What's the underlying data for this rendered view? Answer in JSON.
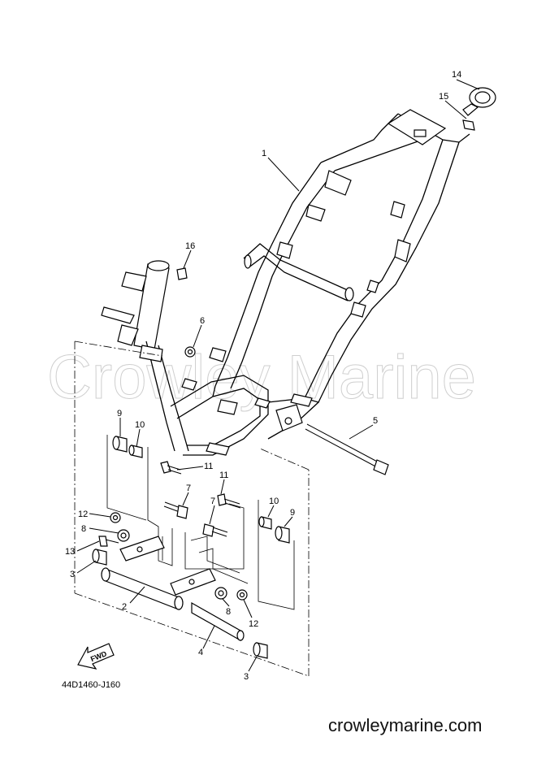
{
  "watermark": "Crowley Marine",
  "diagram_code": "44D1460-J160",
  "site_url": "crowleymarine.com",
  "fwd_label": "FWD",
  "callouts": {
    "c1": "1",
    "c2": "2",
    "c3a": "3",
    "c3b": "3",
    "c4": "4",
    "c5": "5",
    "c6": "6",
    "c7a": "7",
    "c7b": "7",
    "c8a": "8",
    "c8b": "8",
    "c9a": "9",
    "c9b": "9",
    "c10a": "10",
    "c10b": "10",
    "c11a": "11",
    "c11b": "11",
    "c12a": "12",
    "c12b": "12",
    "c13": "13",
    "c14": "14",
    "c15": "15",
    "c16": "16"
  }
}
